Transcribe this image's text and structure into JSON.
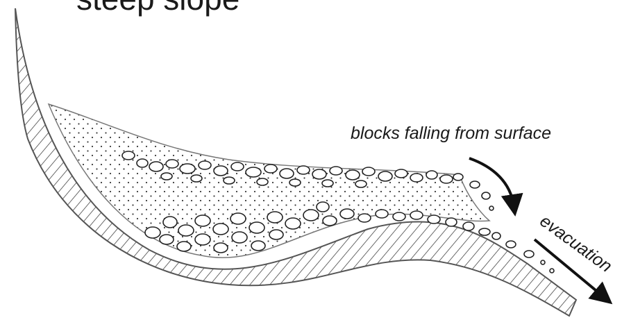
{
  "title": "steep slope",
  "labels": {
    "blocks_falling": "blocks falling from surface",
    "evacuation": "evacuation"
  },
  "colors": {
    "ink": "#1a1a1a",
    "outline": "#555555",
    "hatch": "#444444",
    "background": "#ffffff"
  }
}
